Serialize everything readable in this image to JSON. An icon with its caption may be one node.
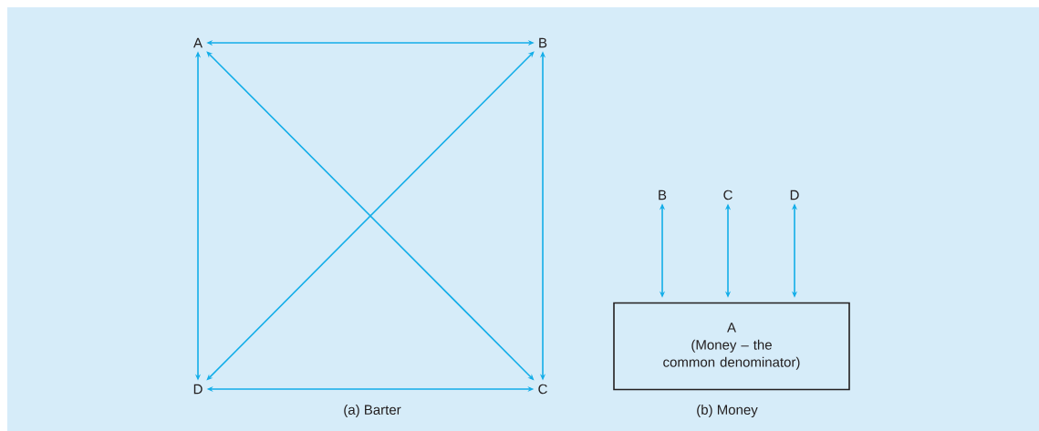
{
  "diagram": {
    "nodes": [
      {
        "text": [
          "A"
        ]
      },
      {
        "text": [
          "B"
        ]
      },
      {
        "text": [
          "C"
        ]
      },
      {
        "text": [
          "D"
        ]
      },
      {
        "text": [
          "B"
        ]
      },
      {
        "text": [
          "C"
        ]
      },
      {
        "text": [
          "D"
        ]
      },
      {
        "text": [
          "A",
          "(Money – the common denominator)"
        ]
      }
    ],
    "edges": [
      {
        "from": 0,
        "to": 1,
        "arrow": "both"
      },
      {
        "from": 0,
        "to": 3,
        "arrow": "both"
      },
      {
        "from": 0,
        "to": 2,
        "arrow": "both"
      },
      {
        "from": 1,
        "to": 3,
        "arrow": "both"
      },
      {
        "from": 1,
        "to": 2,
        "arrow": "both"
      },
      {
        "from": 3,
        "to": 2,
        "arrow": "both"
      },
      {
        "from": 4,
        "to": 7,
        "arrow": "both"
      },
      {
        "from": 5,
        "to": 7,
        "arrow": "both"
      },
      {
        "from": 6,
        "to": 7,
        "arrow": "both"
      }
    ],
    "labels": [
      "(a) Barter",
      "(b) Money"
    ]
  }
}
